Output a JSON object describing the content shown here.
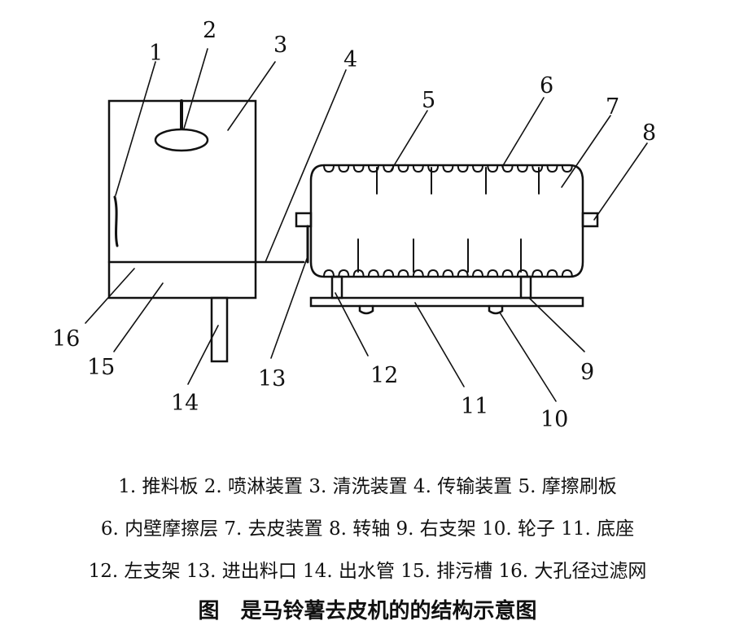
{
  "numbers": {
    "n1": "1",
    "n2": "2",
    "n3": "3",
    "n4": "4",
    "n5": "5",
    "n6": "6",
    "n7": "7",
    "n8": "8",
    "n9": "9",
    "n10": "10",
    "n11": "11",
    "n12": "12",
    "n13": "13",
    "n14": "14",
    "n15": "15",
    "n16": "16"
  },
  "legend": {
    "line1": "1. 推料板 2. 喷淋装置 3. 清洗装置 4. 传输装置 5. 摩擦刷板",
    "line2": "6. 内壁摩擦层 7. 去皮装置 8. 转轴 9. 右支架 10. 轮子 11. 底座",
    "line3": "12. 左支架 13. 进出料口 14. 出水管 15. 排污槽 16. 大孔径过滤网"
  },
  "caption": {
    "figure": "图",
    "title": "是马铃薯去皮机的的结构示意图"
  }
}
